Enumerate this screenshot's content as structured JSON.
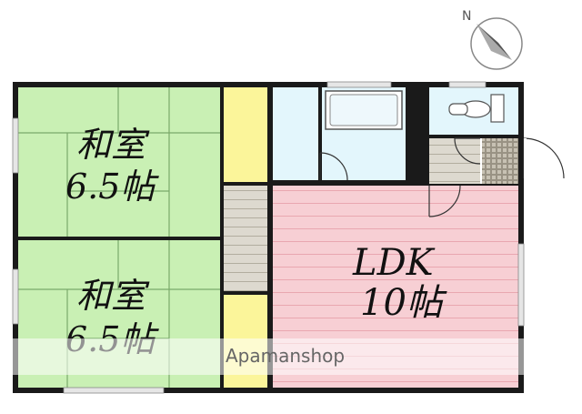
{
  "compass": {
    "north_label": "N"
  },
  "rooms": {
    "washitsu_upper": {
      "name": "和室",
      "size": "6.5帖"
    },
    "washitsu_lower": {
      "name": "和室",
      "size": "6.5帖"
    },
    "ldk": {
      "name": "LDK",
      "size": "10帖"
    }
  },
  "watermark": {
    "text": "Apamanshop"
  },
  "colors": {
    "tatami": "#c9f0b4",
    "closet": "#fbf59a",
    "ldk_floor": "#f7cfd4",
    "wet_area": "#e3f6fc",
    "hallway": "#ddd9cf",
    "entrance_tile": "#c7c1b3",
    "wall": "#1a1a1a"
  }
}
